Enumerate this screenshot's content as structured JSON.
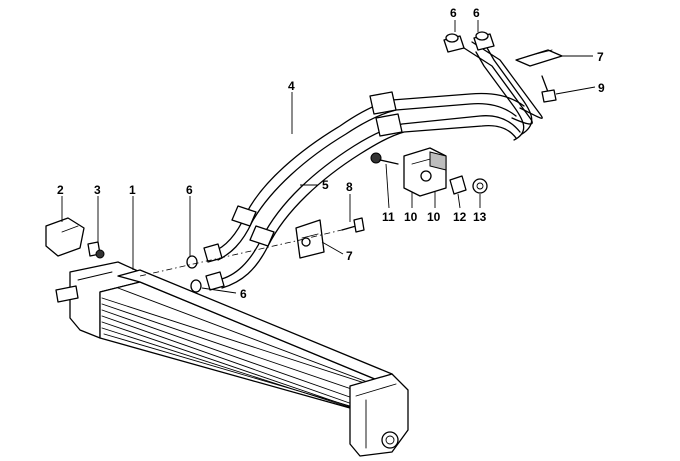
{
  "diagram": {
    "callouts": [
      {
        "id": "c4",
        "text": "4"
      },
      {
        "id": "c5",
        "text": "5"
      },
      {
        "id": "c6a",
        "text": "6"
      },
      {
        "id": "c6b",
        "text": "6"
      },
      {
        "id": "c6c",
        "text": "6"
      },
      {
        "id": "c6d",
        "text": "6"
      },
      {
        "id": "c7a",
        "text": "7"
      },
      {
        "id": "c7b",
        "text": "7"
      },
      {
        "id": "c9",
        "text": "9"
      },
      {
        "id": "c1",
        "text": "1"
      },
      {
        "id": "c2",
        "text": "2"
      },
      {
        "id": "c3",
        "text": "3"
      },
      {
        "id": "c8",
        "text": "8"
      },
      {
        "id": "c11",
        "text": "11"
      },
      {
        "id": "c10a",
        "text": "10"
      },
      {
        "id": "c10b",
        "text": "10"
      },
      {
        "id": "c12",
        "text": "12"
      },
      {
        "id": "c13",
        "text": "13"
      }
    ]
  }
}
